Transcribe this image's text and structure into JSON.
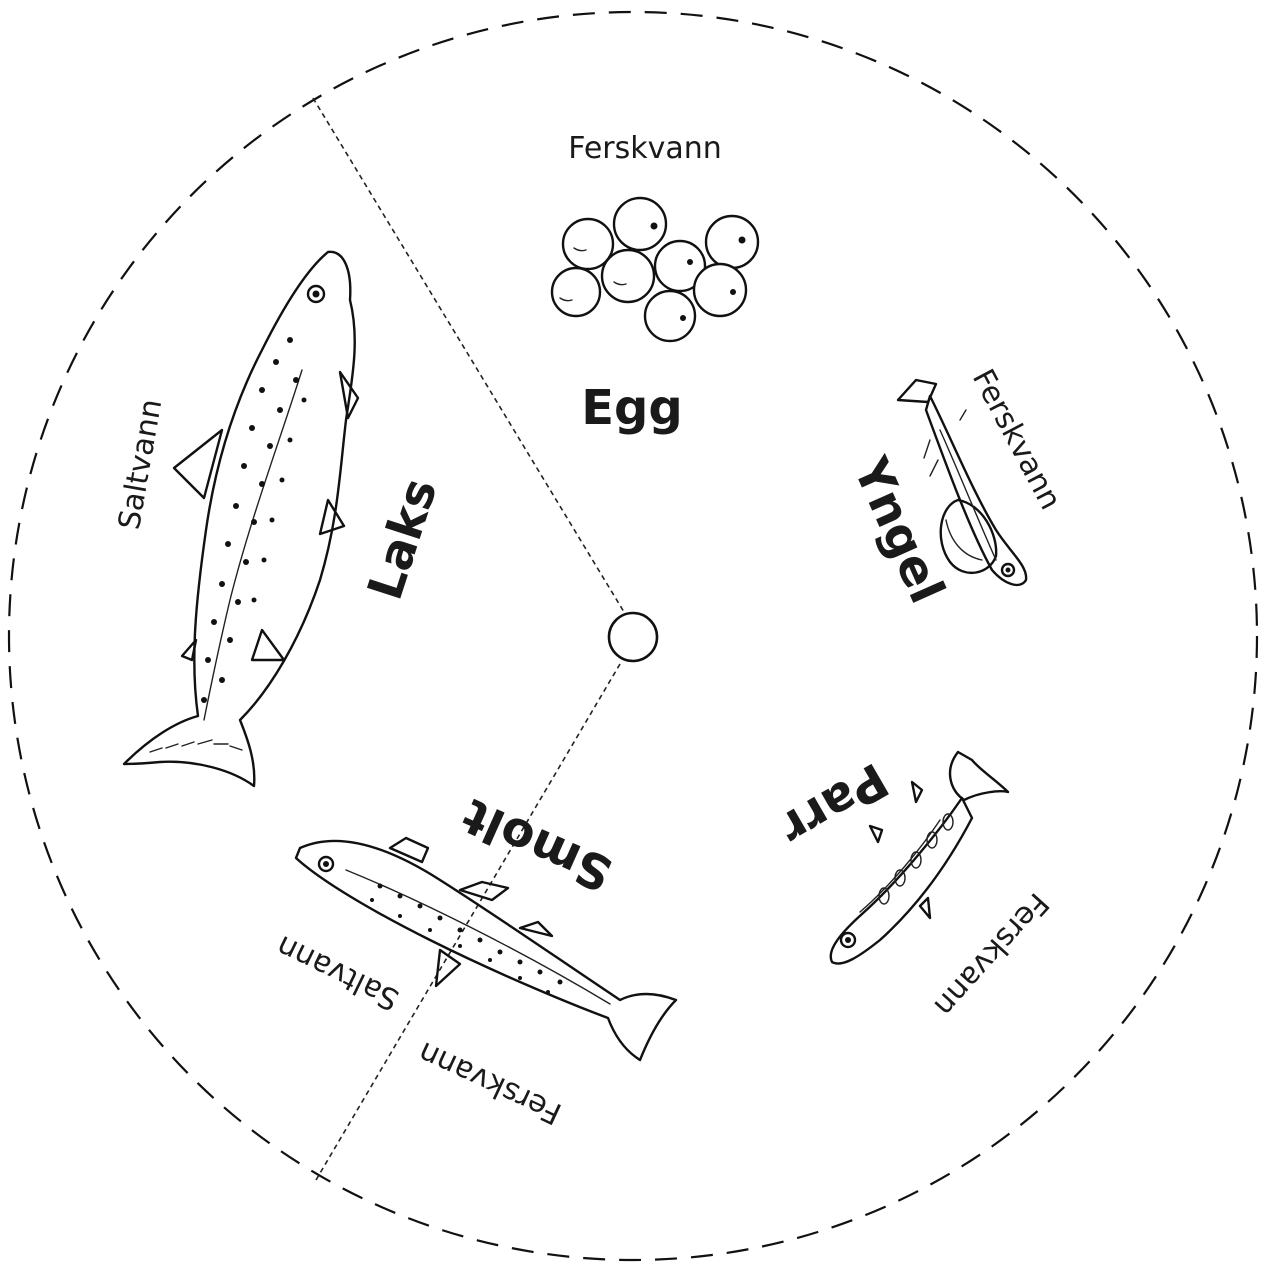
{
  "stages": {
    "egg": "Egg",
    "yngel": "Yngel",
    "parr": "Parr",
    "smolt": "Smolt",
    "laks": "Laks"
  },
  "habitats": {
    "egg": "Ferskvann",
    "yngel": "Ferskvann",
    "parr": "Ferskvann",
    "smolt_fresh": "Ferskvann",
    "smolt_salt": "Saltvann",
    "laks": "Saltvann"
  },
  "icons": [
    "eggs-illustration",
    "alevin-fish-illustration",
    "parr-fish-illustration",
    "smolt-fish-illustration",
    "adult-salmon-illustration",
    "center-pivot-icon"
  ],
  "colors": {
    "ink": "#111111",
    "background": "#ffffff"
  }
}
